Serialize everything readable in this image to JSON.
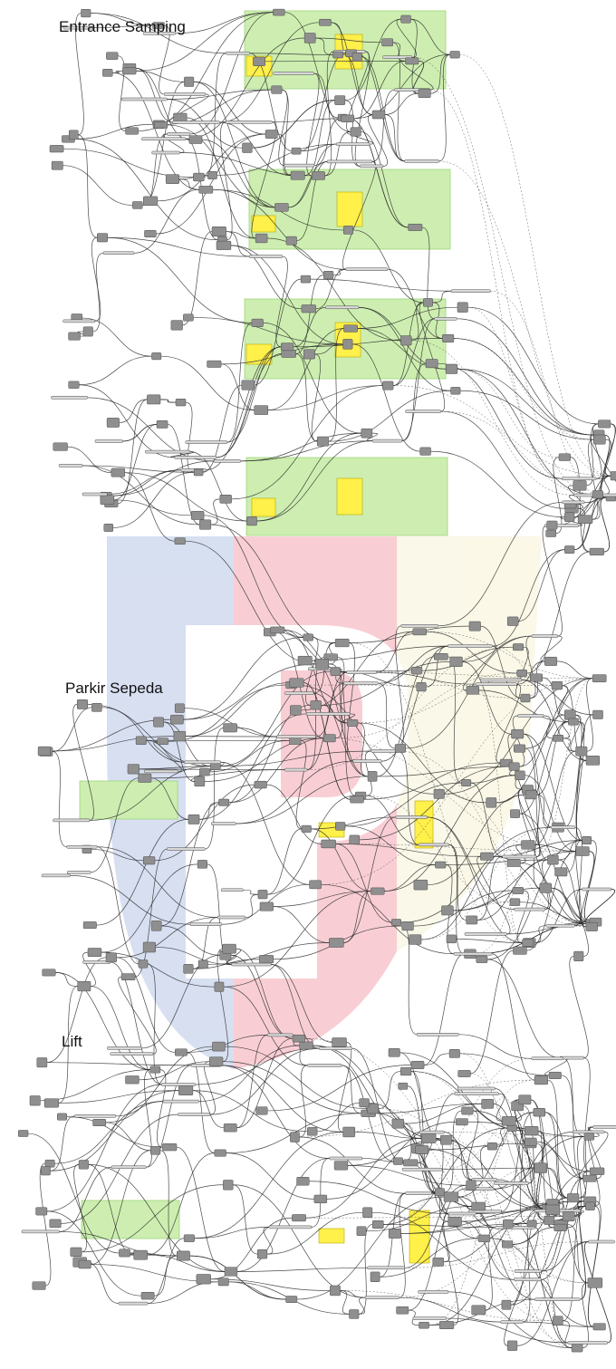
{
  "sections": [
    {
      "title": "Entrance Samping"
    },
    {
      "title": "Parkir Sepeda"
    },
    {
      "title": "Lift"
    }
  ],
  "colors": {
    "canvas_bg": "#ffffff",
    "group_green": "#cdeeb0",
    "group_green_border": "#9ed47a",
    "panel_yellow": "#fff04a",
    "panel_yellow_border": "#b8a800",
    "component_fill": "#8f8f8f",
    "component_border": "#4a4a4a",
    "slider_fill": "#d8d8d8",
    "wire": "#2a2a2a",
    "watermark_blue": "#b7c6e6",
    "watermark_red": "#f4a7b2",
    "watermark_cream": "#f7f3d6"
  },
  "watermark": {
    "icon": "shield-logo-icon"
  }
}
